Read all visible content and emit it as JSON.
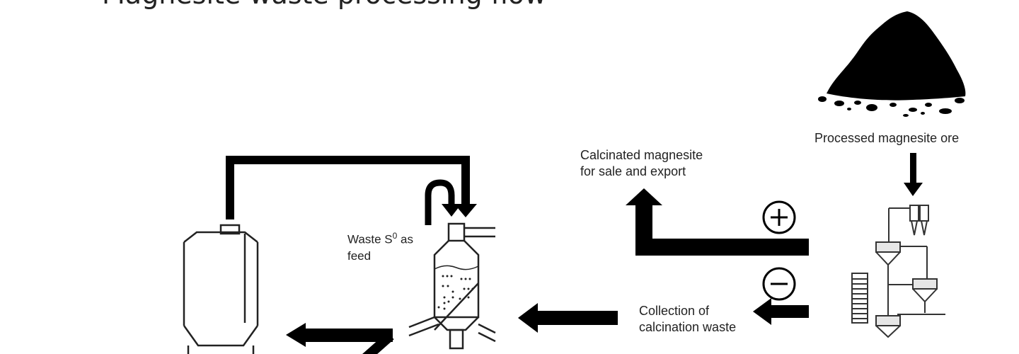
{
  "title": "Magnesite waste processing flow",
  "labels": {
    "ore": "Processed magnesite ore",
    "product_line1": "Calcinated magnesite",
    "product_line2": "for sale and export",
    "waste_line1": "Collection of",
    "waste_line2": "calcination waste",
    "feed_line1_prefix": "Waste S",
    "feed_superscript": "0",
    "feed_line1_suffix": " as",
    "feed_line2": "feed"
  },
  "signs": {
    "plus": "+",
    "minus": "−"
  },
  "icons": {
    "ore_pile": "ore-pile-icon",
    "processing_plant": "processing-plant-icon",
    "reactor": "reactor-vessel-icon",
    "tank": "storage-tank-icon"
  },
  "colors": {
    "ink": "#000000",
    "background": "#ffffff",
    "text": "#222222"
  }
}
